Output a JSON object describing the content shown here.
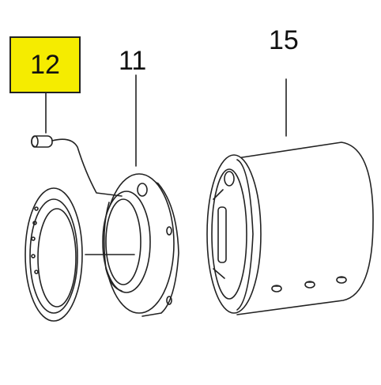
{
  "callouts": {
    "part_12": "12",
    "part_11": "11",
    "part_15": "15"
  },
  "colors": {
    "highlight": "#f5ec00",
    "line": "#222222",
    "fill": "#ffffff"
  }
}
